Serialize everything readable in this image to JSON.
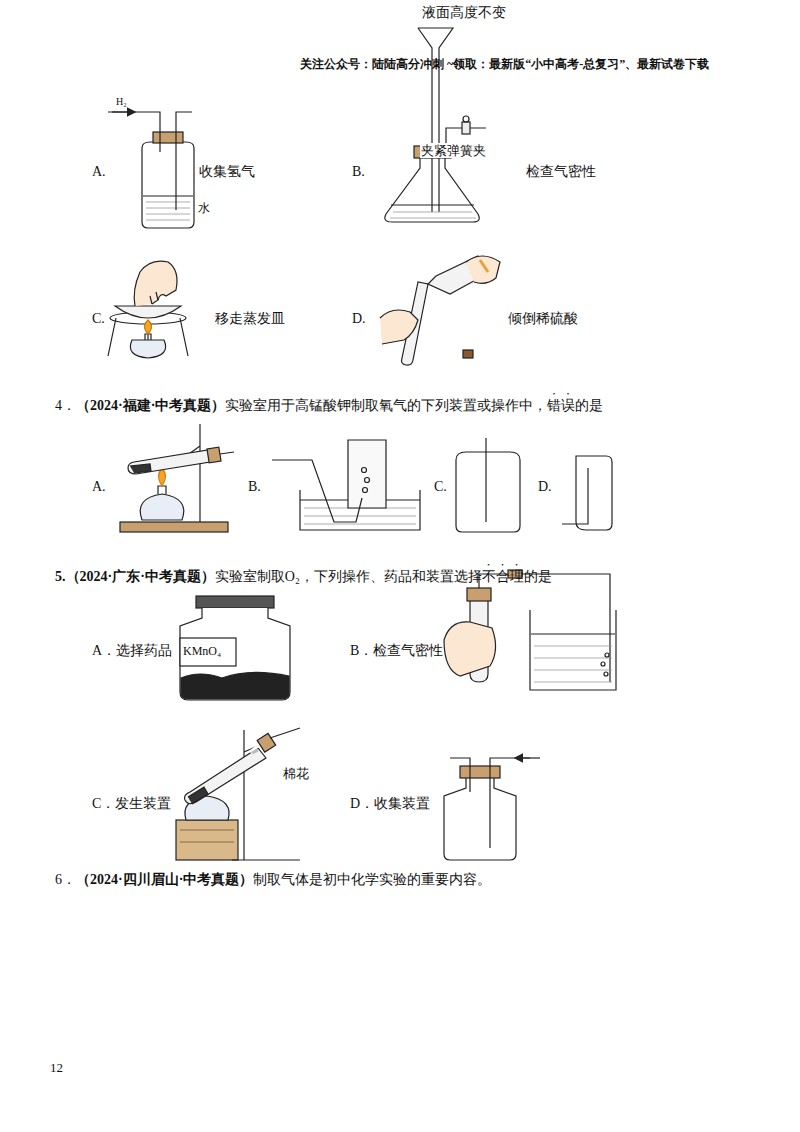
{
  "diagram": {
    "labels": [
      "关注公众号：陆陆高分冲刺 ~领取：最新版“小中高考-总复习”、最新试卷下载",
      "H₂",
      "A.",
      "收集氢气",
      "水",
      "液面高度不变",
      "夹紧弹簧夹",
      "B.",
      "检查气密性",
      "C.",
      "移走蒸发皿",
      "D.",
      "倾倒稀硫酸",
      "4．",
      "（2024·福建·中考真题）",
      "实验室用于高锰酸钾制取氧气的下列装置或操作中，",
      "错误",
      "的是",
      "A.",
      "B.",
      "C.",
      "D.",
      "5.（2024·广东·中考真题）",
      "实验室制取O₂，下列操作、药品和装置选择",
      "不合理",
      "的是",
      "A．选择药品",
      "KMnO₄",
      "B．检查气密性",
      "C．发生装置",
      "棉花",
      "D．收集装置",
      "6．",
      "（2024·四川眉山·中考真题）",
      "制取气体是初中化学实验的重要内容。",
      "12"
    ]
  }
}
